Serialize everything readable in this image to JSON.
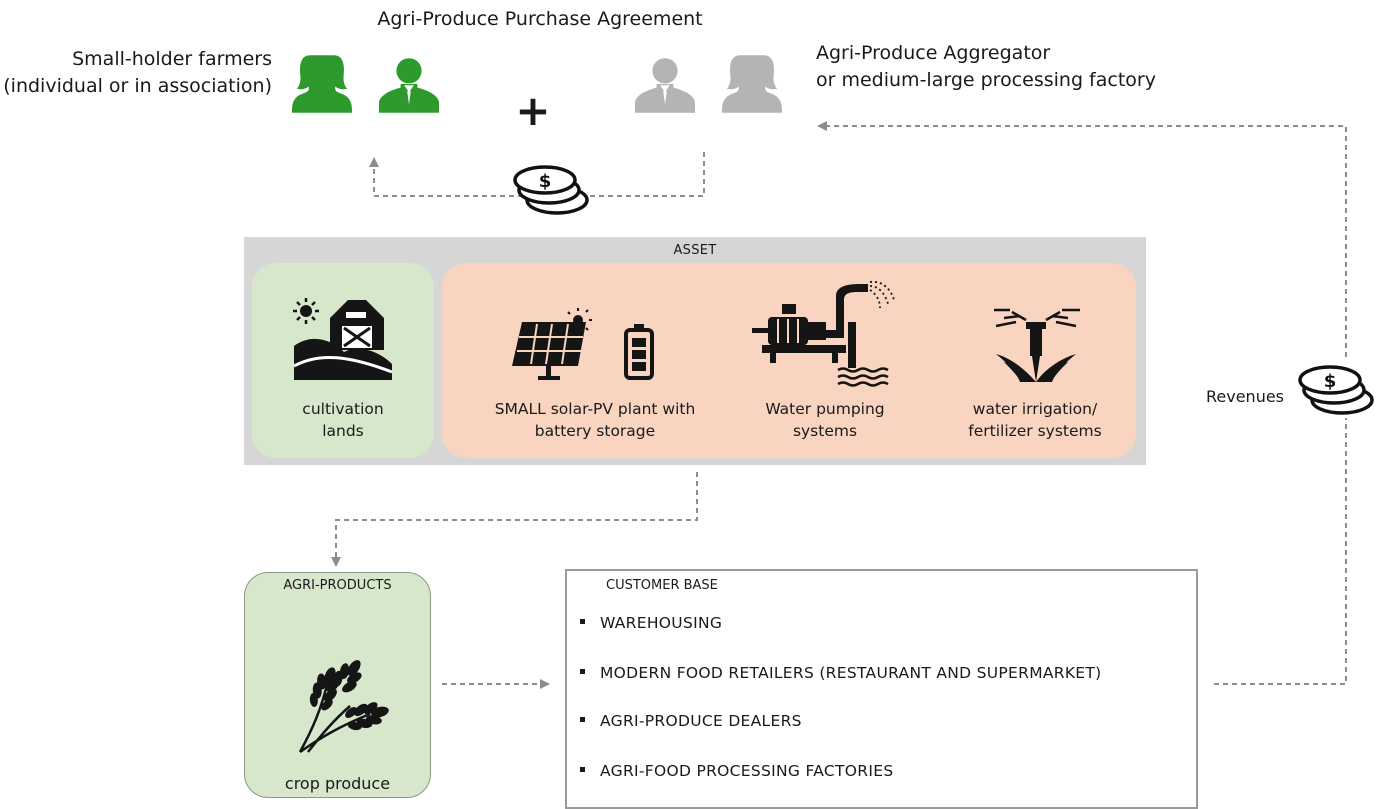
{
  "header": {
    "title": "Agri-Produce Purchase Agreement",
    "farmers_label_line1": "Small-holder farmers",
    "farmers_label_line2": "(individual or in association)",
    "aggregator_label_line1": "Agri-Produce Aggregator",
    "aggregator_label_line2": "or medium-large processing factory",
    "plus": "+"
  },
  "asset": {
    "title": "ASSET",
    "items": [
      {
        "line1": "cultivation",
        "line2": "lands",
        "icon": "barn-icon"
      },
      {
        "line1": "SMALL solar-PV plant with",
        "line2": "battery storage",
        "icon": "solar-panel-icon"
      },
      {
        "line1": "Water pumping",
        "line2": "systems",
        "icon": "water-pump-icon"
      },
      {
        "line1": "water irrigation/",
        "line2": "fertilizer systems",
        "icon": "sprinkler-icon"
      }
    ]
  },
  "agri_products": {
    "title": "AGRI-PRODUCTS",
    "label": "crop produce",
    "icon": "wheat-icon"
  },
  "customer_base": {
    "title": "CUSTOMER BASE",
    "items": [
      "WAREHOUSING",
      "MODERN FOOD RETAILERS (RESTAURANT AND SUPERMARKET)",
      "AGRI-PRODUCE DEALERS",
      "AGRI-FOOD PROCESSING FACTORIES"
    ]
  },
  "revenues": {
    "label": "Revenues",
    "icon": "coins-icon"
  },
  "colors": {
    "farmer_green": "#2e9a2e",
    "aggregator_gray": "#b4b4b4",
    "asset_bg": "#d6d6d6",
    "land_bg": "#d6e7cc",
    "equipment_bg": "#f9d4c1",
    "arrow_gray": "#8c8c8c"
  }
}
